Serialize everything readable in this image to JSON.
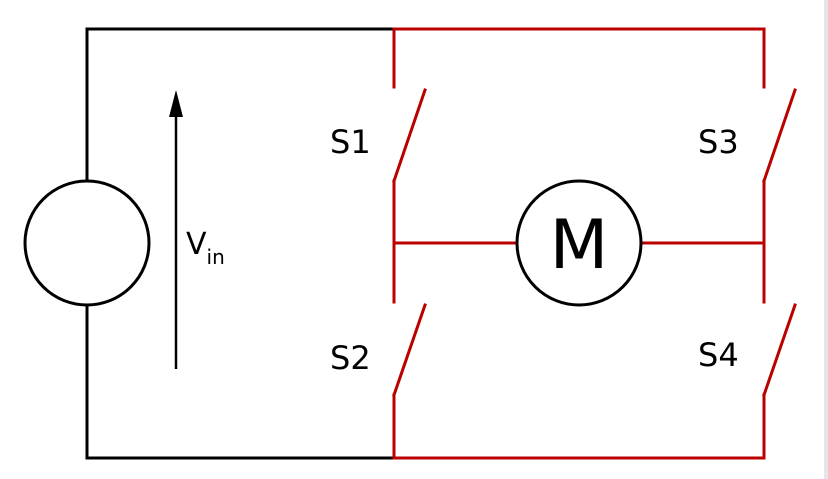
{
  "diagram": {
    "switches": {
      "s1": "S1",
      "s2": "S2",
      "s3": "S3",
      "s4": "S4"
    },
    "motor_label": "M",
    "voltage": {
      "main": "V",
      "subscript": "in"
    }
  },
  "colors": {
    "source_wire": "#000000",
    "bridge_wire": "#bb0000"
  }
}
